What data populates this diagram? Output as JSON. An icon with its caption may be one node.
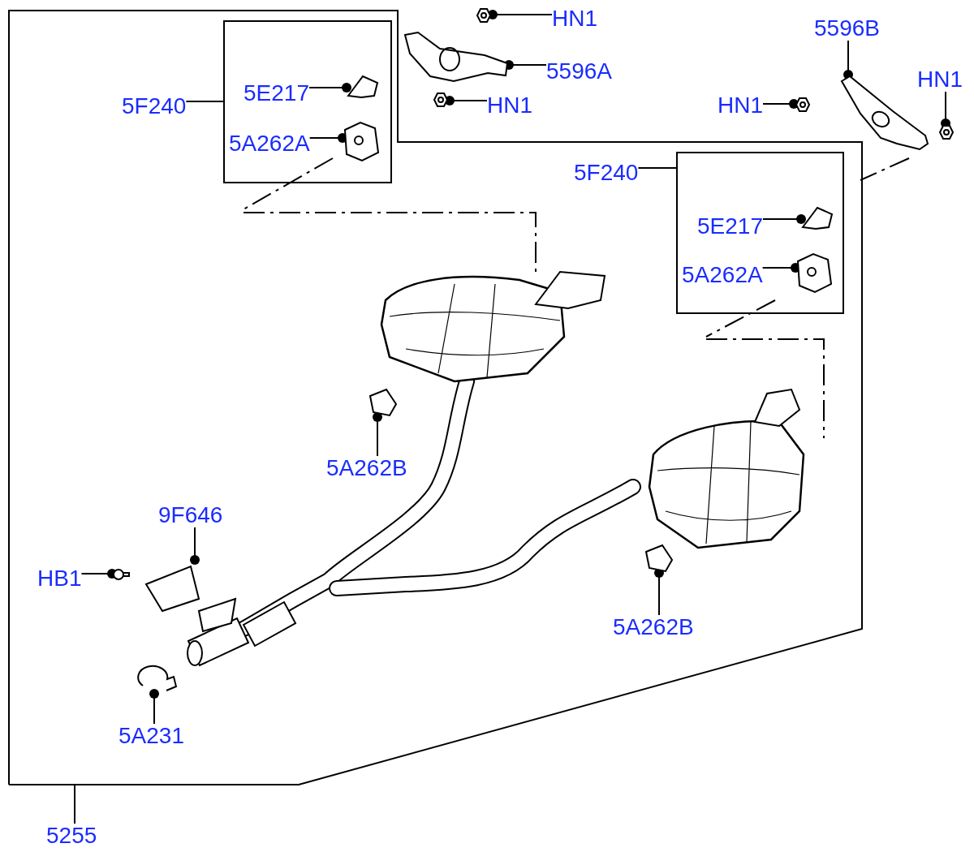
{
  "diagram": {
    "nodes": [
      {
        "text": [],
        "shape": "box"
      },
      {
        "text": [
          "HN1"
        ]
      },
      {
        "text": [
          "5F240"
        ],
        "in": 0
      },
      {
        "text": [],
        "shape": "box",
        "in": 0
      },
      {
        "text": [
          "5E217"
        ],
        "in": 3
      },
      {
        "text": [
          "5A262A"
        ],
        "in": 3
      },
      {
        "text": [
          "5596A"
        ]
      },
      {
        "text": [
          "HN1"
        ]
      },
      {
        "text": [
          "5596B"
        ]
      },
      {
        "text": [
          "HN1"
        ]
      },
      {
        "text": [
          "HN1"
        ]
      },
      {
        "text": [
          "5F240"
        ],
        "in": 0
      },
      {
        "text": [],
        "shape": "box",
        "in": 0
      },
      {
        "text": [
          "5E217"
        ],
        "in": 12
      },
      {
        "text": [
          "5A262A"
        ],
        "in": 12
      },
      {
        "text": [
          "5A262B"
        ],
        "in": 0
      },
      {
        "text": [
          "9F646"
        ],
        "in": 0
      },
      {
        "text": [
          "HB1"
        ],
        "in": 0
      },
      {
        "text": [
          "5A262B"
        ],
        "in": 0
      },
      {
        "text": [
          "5A231"
        ],
        "in": 0
      },
      {
        "text": [
          "5255"
        ]
      },
      {
        "text": [],
        "shape": "picture"
      },
      {
        "text": [],
        "shape": "picture"
      },
      {
        "text": [],
        "shape": "picture"
      },
      {
        "text": [],
        "shape": "picture",
        "in": 3
      },
      {
        "text": [],
        "shape": "picture",
        "in": 3
      },
      {
        "text": [],
        "shape": "picture"
      },
      {
        "text": [],
        "shape": "picture"
      },
      {
        "text": [],
        "shape": "picture"
      },
      {
        "text": [],
        "shape": "picture",
        "in": 12
      },
      {
        "text": [],
        "shape": "picture",
        "in": 12
      },
      {
        "text": [],
        "shape": "picture",
        "in": 0
      },
      {
        "text": [],
        "shape": "picture",
        "in": 0
      },
      {
        "text": [],
        "shape": "picture",
        "in": 0
      },
      {
        "text": [],
        "shape": "picture",
        "in": 0
      },
      {
        "text": [],
        "shape": "picture",
        "in": 0
      }
    ],
    "edges": [
      {
        "from": 1,
        "to": 21,
        "arrow": "other"
      },
      {
        "from": 2,
        "to": 3,
        "arrow": "none"
      },
      {
        "from": 4,
        "to": 24,
        "arrow": "other"
      },
      {
        "from": 5,
        "to": 25,
        "arrow": "other"
      },
      {
        "from": 6,
        "to": 22,
        "arrow": "other"
      },
      {
        "from": 7,
        "to": 23,
        "arrow": "other"
      },
      {
        "from": 8,
        "to": 26,
        "arrow": "other"
      },
      {
        "from": 9,
        "to": 27,
        "arrow": "other"
      },
      {
        "from": 10,
        "to": 28,
        "arrow": "other"
      },
      {
        "from": 11,
        "to": 12,
        "arrow": "none"
      },
      {
        "from": 13,
        "to": 29,
        "arrow": "other"
      },
      {
        "from": 14,
        "to": 30,
        "arrow": "other"
      },
      {
        "from": 15,
        "to": 31,
        "arrow": "other"
      },
      {
        "from": 16,
        "to": 32,
        "arrow": "other"
      },
      {
        "from": 17,
        "to": 33,
        "arrow": "other"
      },
      {
        "from": 18,
        "to": 34,
        "arrow": "other"
      },
      {
        "from": 19,
        "to": 35,
        "arrow": "other"
      },
      {
        "from": 20,
        "to": 0,
        "arrow": "none"
      }
    ]
  }
}
